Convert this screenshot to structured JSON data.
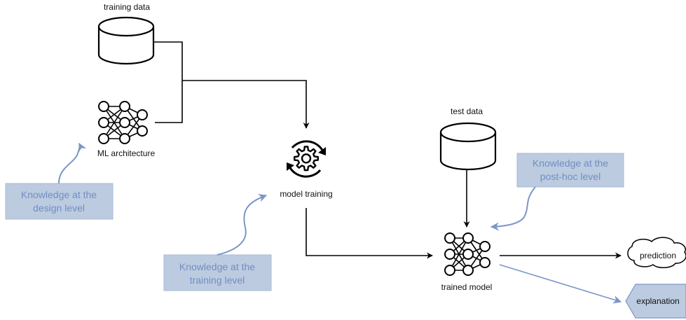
{
  "labels": {
    "training_data": "training data",
    "ml_architecture": "ML architecture",
    "model_training": "model training",
    "test_data": "test data",
    "trained_model": "trained model",
    "prediction": "prediction",
    "explanation": "explanation"
  },
  "knowledge_boxes": {
    "design": {
      "line1": "Knowledge at the",
      "line2": "design level"
    },
    "training": {
      "line1": "Knowledge at the",
      "line2": "training level"
    },
    "post_hoc": {
      "line1": "Knowledge at the",
      "line2": "post-hoc level"
    }
  },
  "colors": {
    "knowledge_fill": "#bccbe0",
    "knowledge_text": "#6f8fc2",
    "knowledge_arrow": "#7b97c7",
    "line": "#000000",
    "explanation_fill": "#bccbe0"
  },
  "icons": {
    "database": "database-icon",
    "network": "neural-network-icon",
    "training": "gear-cycle-icon"
  }
}
